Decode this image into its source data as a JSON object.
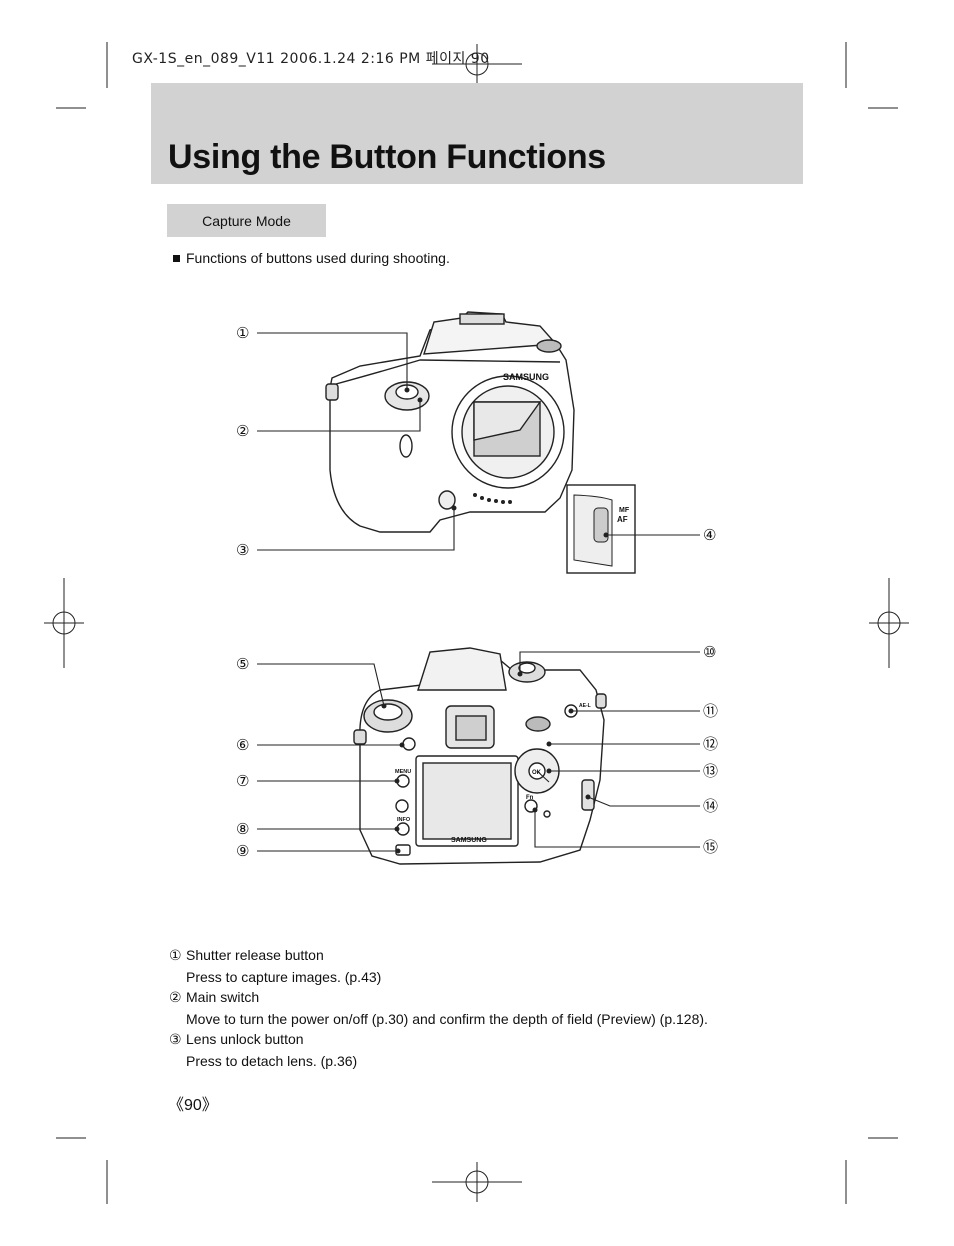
{
  "print_header": "GX-1S_en_089_V11  2006.1.24 2:16 PM 페이지 90",
  "title": "Using the Button Functions",
  "mode_tab": "Capture Mode",
  "intro": "Functions of buttons used during shooting.",
  "front_figure": {
    "brand": "SAMSUNG",
    "inset_labels": [
      "MF",
      "AF"
    ],
    "callouts": [
      "①",
      "②",
      "③",
      "④"
    ]
  },
  "rear_figure": {
    "brand": "SAMSUNG",
    "button_labels": [
      "MENU",
      "INFO",
      "Fn",
      "AE-L",
      "OK"
    ],
    "callouts": [
      "⑤",
      "⑥",
      "⑦",
      "⑧",
      "⑨",
      "⑩",
      "⑪",
      "⑫",
      "⑬",
      "⑭",
      "⑮"
    ]
  },
  "descriptions": [
    {
      "num": "①",
      "name": "Shutter release button",
      "detail": "Press to capture images. (p.43)"
    },
    {
      "num": "②",
      "name": "Main switch",
      "detail": "Move to turn the power on/off (p.30) and confirm the depth of field (Preview) (p.128)."
    },
    {
      "num": "③",
      "name": "Lens unlock button",
      "detail": "Press to detach lens. (p.36)"
    }
  ],
  "page_number": "《90》"
}
